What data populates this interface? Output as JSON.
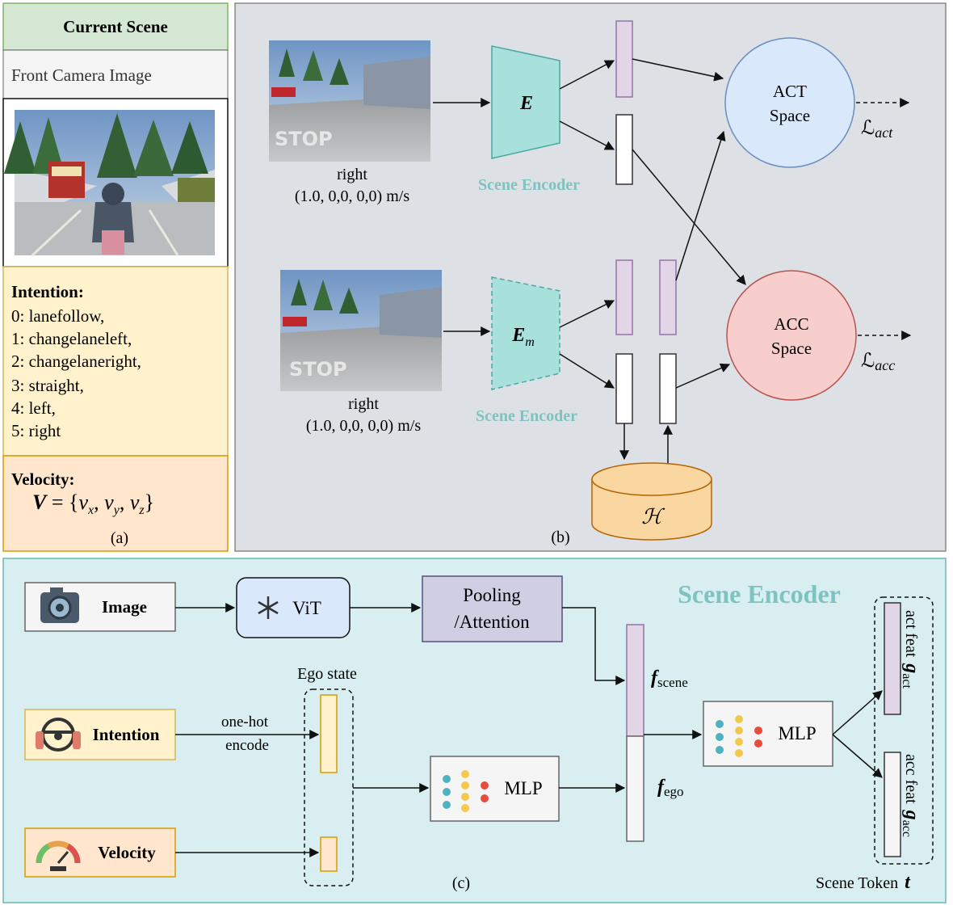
{
  "panel_a": {
    "title": "Current Scene",
    "camera_label": "Front Camera Image",
    "intention_title": "Intention:",
    "intentions": [
      "0: lanefollow,",
      "1: changelaneleft,",
      "2: changelaneright,",
      "3: straight,",
      "4: left,",
      "5: right"
    ],
    "velocity_title": "Velocity:",
    "velocity_formula_lhs": "V",
    "velocity_formula_rhs": "= {v",
    "velocity_formula": "V = {vx, vy, vz}",
    "caption": "(a)"
  },
  "panel_b": {
    "top_label": "right",
    "top_velocity": "(1.0, 0,0, 0,0) m/s",
    "bottom_label": "right",
    "bottom_velocity": "(1.0, 0,0, 0,0) m/s",
    "encoder_top": "E",
    "encoder_bottom": "E",
    "encoder_bottom_sub": "m",
    "encoder_caption_top": "Scene Encoder",
    "encoder_caption_bottom": "Scene Encoder",
    "act_space_line1": "ACT",
    "act_space_line2": "Space",
    "acc_space_line1": "ACC",
    "acc_space_line2": "Space",
    "loss_act": "ℒ",
    "loss_act_sub": "act",
    "loss_acc": "ℒ",
    "loss_acc_sub": "acc",
    "memory": "ℋ",
    "caption": "(b)"
  },
  "panel_c": {
    "title": "Scene Encoder",
    "image_input": "Image",
    "intention_input": "Intention",
    "velocity_input": "Velocity",
    "vit": "ViT",
    "pooling_line1": "Pooling",
    "pooling_line2": "/Attention",
    "ego_state": "Ego state",
    "onehot_line1": "one-hot",
    "onehot_line2": "encode",
    "mlp_small": "MLP",
    "mlp_large": "MLP",
    "f_scene": "f",
    "f_scene_sub": "scene",
    "f_ego": "f",
    "f_ego_sub": "ego",
    "act_feat": "act feat",
    "g_act": "g",
    "g_act_sub": "act",
    "acc_feat": "acc feat",
    "g_acc": "g",
    "g_acc_sub": "acc",
    "scene_token": "Scene Token",
    "scene_token_symbol": "t",
    "caption": "(c)"
  },
  "colors": {
    "green_header": "#d5e8d4",
    "yellow": "#fff2cc",
    "orange": "#ffe6cc",
    "gray_bg": "#dde1e6",
    "teal": "#a8e0dc",
    "teal_text": "#7fc3c0",
    "purple": "#e1d5e7",
    "act_blue": "#dae8fc",
    "acc_red": "#f8cecc",
    "memory_orange": "#fad7a0",
    "panel_c_bg": "#d8eef0",
    "vit_blue": "#dae8fc",
    "pooling_purple": "#d0cee2",
    "ego_yellow": "#fff2cc"
  }
}
